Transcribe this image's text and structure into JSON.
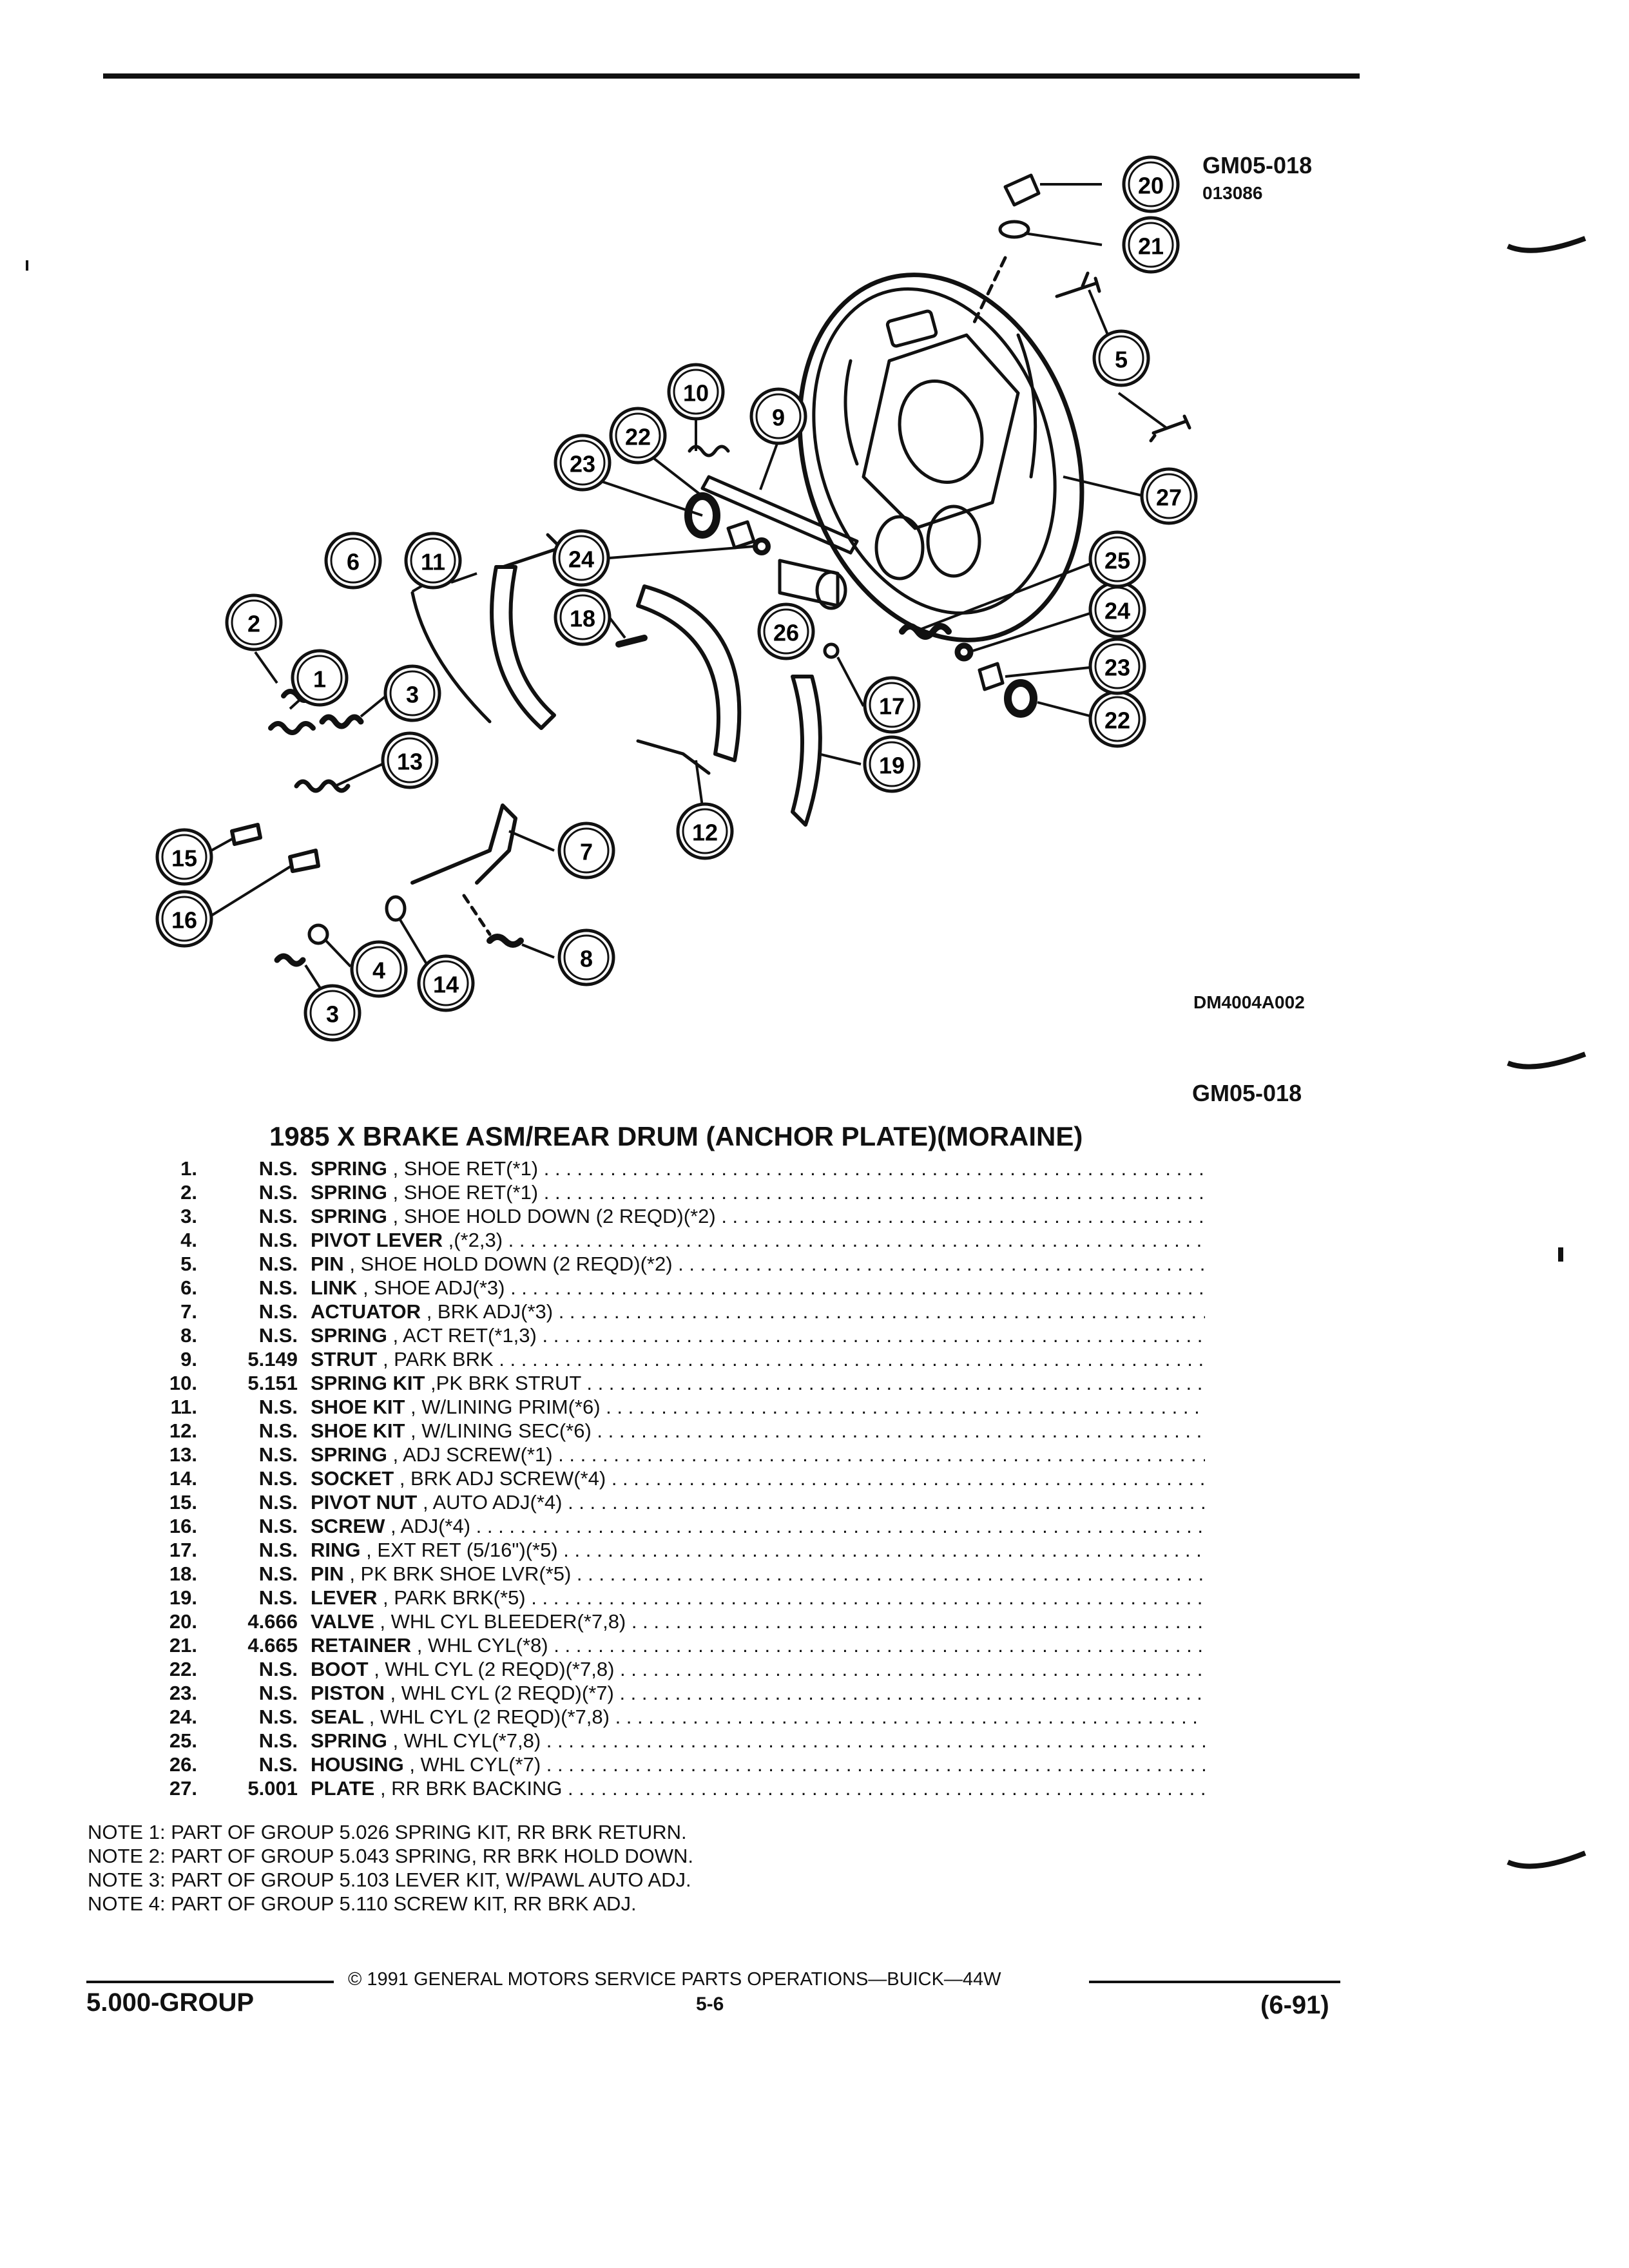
{
  "figure": {
    "code_top": "GM05-018",
    "sub_code": "013086",
    "drawing_id": "DM4004A002",
    "code_bottom": "GM05-018"
  },
  "callouts": [
    "1",
    "2",
    "3",
    "3",
    "4",
    "5",
    "6",
    "7",
    "8",
    "9",
    "10",
    "11",
    "12",
    "13",
    "14",
    "15",
    "16",
    "17",
    "18",
    "19",
    "20",
    "21",
    "22",
    "22",
    "23",
    "23",
    "24",
    "24",
    "25",
    "26",
    "27"
  ],
  "title": "1985 X BRAKE ASM/REAR DRUM (ANCHOR PLATE)(MORAINE)",
  "parts": [
    {
      "num": "1.",
      "ref": "N.S.",
      "name": "SPRING",
      "spec": ", SHOE RET(*1)"
    },
    {
      "num": "2.",
      "ref": "N.S.",
      "name": "SPRING",
      "spec": ", SHOE RET(*1)"
    },
    {
      "num": "3.",
      "ref": "N.S.",
      "name": "SPRING",
      "spec": ", SHOE HOLD DOWN (2 REQD)(*2)"
    },
    {
      "num": "4.",
      "ref": "N.S.",
      "name": "PIVOT LEVER",
      "spec": ",(*2,3)"
    },
    {
      "num": "5.",
      "ref": "N.S.",
      "name": "PIN",
      "spec": ", SHOE HOLD DOWN (2 REQD)(*2)"
    },
    {
      "num": "6.",
      "ref": "N.S.",
      "name": "LINK",
      "spec": ", SHOE ADJ(*3)"
    },
    {
      "num": "7.",
      "ref": "N.S.",
      "name": "ACTUATOR",
      "spec": ", BRK ADJ(*3)"
    },
    {
      "num": "8.",
      "ref": "N.S.",
      "name": "SPRING",
      "spec": ", ACT RET(*1,3)"
    },
    {
      "num": "9.",
      "ref": "5.149",
      "name": "STRUT",
      "spec": ", PARK BRK"
    },
    {
      "num": "10.",
      "ref": "5.151",
      "name": "SPRING KIT",
      "spec": ",PK BRK STRUT"
    },
    {
      "num": "11.",
      "ref": "N.S.",
      "name": "SHOE KIT",
      "spec": ", W/LINING PRIM(*6)"
    },
    {
      "num": "12.",
      "ref": "N.S.",
      "name": "SHOE KIT",
      "spec": ", W/LINING SEC(*6)"
    },
    {
      "num": "13.",
      "ref": "N.S.",
      "name": "SPRING",
      "spec": ", ADJ SCREW(*1)"
    },
    {
      "num": "14.",
      "ref": "N.S.",
      "name": "SOCKET",
      "spec": ", BRK ADJ SCREW(*4)"
    },
    {
      "num": "15.",
      "ref": "N.S.",
      "name": "PIVOT NUT",
      "spec": ", AUTO ADJ(*4)"
    },
    {
      "num": "16.",
      "ref": "N.S.",
      "name": "SCREW",
      "spec": ", ADJ(*4)"
    },
    {
      "num": "17.",
      "ref": "N.S.",
      "name": "RING",
      "spec": ", EXT RET (5/16\")(*5)"
    },
    {
      "num": "18.",
      "ref": "N.S.",
      "name": "PIN",
      "spec": ", PK BRK SHOE LVR(*5)"
    },
    {
      "num": "19.",
      "ref": "N.S.",
      "name": "LEVER",
      "spec": ", PARK BRK(*5)"
    },
    {
      "num": "20.",
      "ref": "4.666",
      "name": "VALVE",
      "spec": ", WHL CYL BLEEDER(*7,8)"
    },
    {
      "num": "21.",
      "ref": "4.665",
      "name": "RETAINER",
      "spec": ", WHL CYL(*8)"
    },
    {
      "num": "22.",
      "ref": "N.S.",
      "name": "BOOT",
      "spec": ", WHL CYL (2 REQD)(*7,8)"
    },
    {
      "num": "23.",
      "ref": "N.S.",
      "name": "PISTON",
      "spec": ", WHL CYL (2 REQD)(*7)"
    },
    {
      "num": "24.",
      "ref": "N.S.",
      "name": "SEAL",
      "spec": ", WHL CYL (2 REQD)(*7,8)"
    },
    {
      "num": "25.",
      "ref": "N.S.",
      "name": "SPRING",
      "spec": ", WHL CYL(*7,8)"
    },
    {
      "num": "26.",
      "ref": "N.S.",
      "name": "HOUSING",
      "spec": ", WHL CYL(*7)"
    },
    {
      "num": "27.",
      "ref": "5.001",
      "name": "PLATE",
      "spec": ", RR BRK BACKING"
    }
  ],
  "notes": [
    "NOTE  1:  PART OF GROUP 5.026 SPRING KIT, RR BRK RETURN.",
    "NOTE  2:  PART OF GROUP 5.043 SPRING, RR BRK HOLD DOWN.",
    "NOTE  3:  PART OF GROUP 5.103 LEVER KIT, W/PAWL AUTO ADJ.",
    "NOTE  4:  PART OF GROUP 5.110 SCREW KIT, RR BRK ADJ."
  ],
  "footer": {
    "copyright": "© 1991  GENERAL MOTORS SERVICE PARTS OPERATIONS—BUICK—44W",
    "group": "5.000-GROUP",
    "page": "5-6",
    "revision": "(6-91)"
  }
}
